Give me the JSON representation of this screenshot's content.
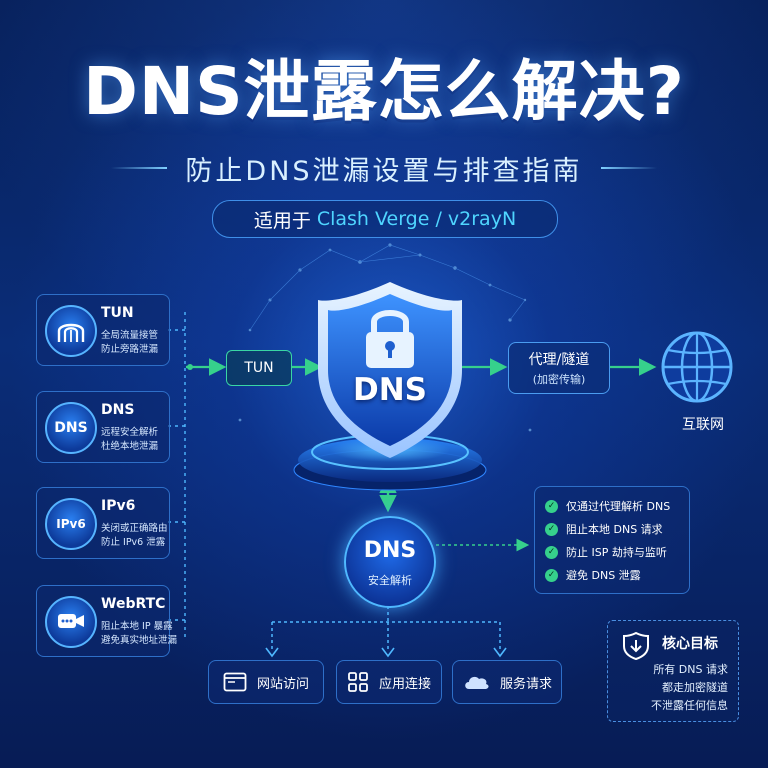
{
  "header": {
    "title": "DNS泄露怎么解决?",
    "subtitle": "防止DNS泄漏设置与排查指南",
    "applies_prefix": "适用于",
    "applies_apps": "Clash Verge / v2rayN"
  },
  "features": [
    {
      "title": "TUN",
      "line1": "全局流量接管",
      "line2": "防止旁路泄漏",
      "icon": "tunnel-icon"
    },
    {
      "title": "DNS",
      "line1": "远程安全解析",
      "line2": "杜绝本地泄漏",
      "icon": "dns-icon",
      "icon_text": "DNS"
    },
    {
      "title": "IPv6",
      "line1": "关闭或正确路由",
      "line2": "防止 IPv6 泄露",
      "icon": "ipv6-icon",
      "icon_text": "IPv6"
    },
    {
      "title": "WebRTC",
      "line1": "阻止本地 IP 暴露",
      "line2": "避免真实地址泄漏",
      "icon": "webrtc-video-icon"
    }
  ],
  "flow": {
    "tun_label": "TUN",
    "shield_label": "DNS",
    "proxy_label": "代理/隧道",
    "proxy_sub": "(加密传输)",
    "internet_label": "互联网",
    "resolve_title": "DNS",
    "resolve_sub": "安全解析"
  },
  "checklist": [
    "仅通过代理解析 DNS",
    "阻止本地 DNS 请求",
    "防止 ISP 劫持与监听",
    "避免 DNS 泄露"
  ],
  "destinations": [
    {
      "label": "网站访问",
      "icon": "browser-window-icon"
    },
    {
      "label": "应用连接",
      "icon": "app-grid-icon"
    },
    {
      "label": "服务请求",
      "icon": "cloud-icon"
    }
  ],
  "core_goal": {
    "title": "核心目标",
    "lines": [
      "所有 DNS 请求",
      "都走加密隧道",
      "不泄露任何信息"
    ]
  },
  "colors": {
    "background": "#061a4a",
    "accent_blue": "#4fb8ff",
    "accent_green": "#36d08c",
    "cyan": "#4fd5ff"
  }
}
